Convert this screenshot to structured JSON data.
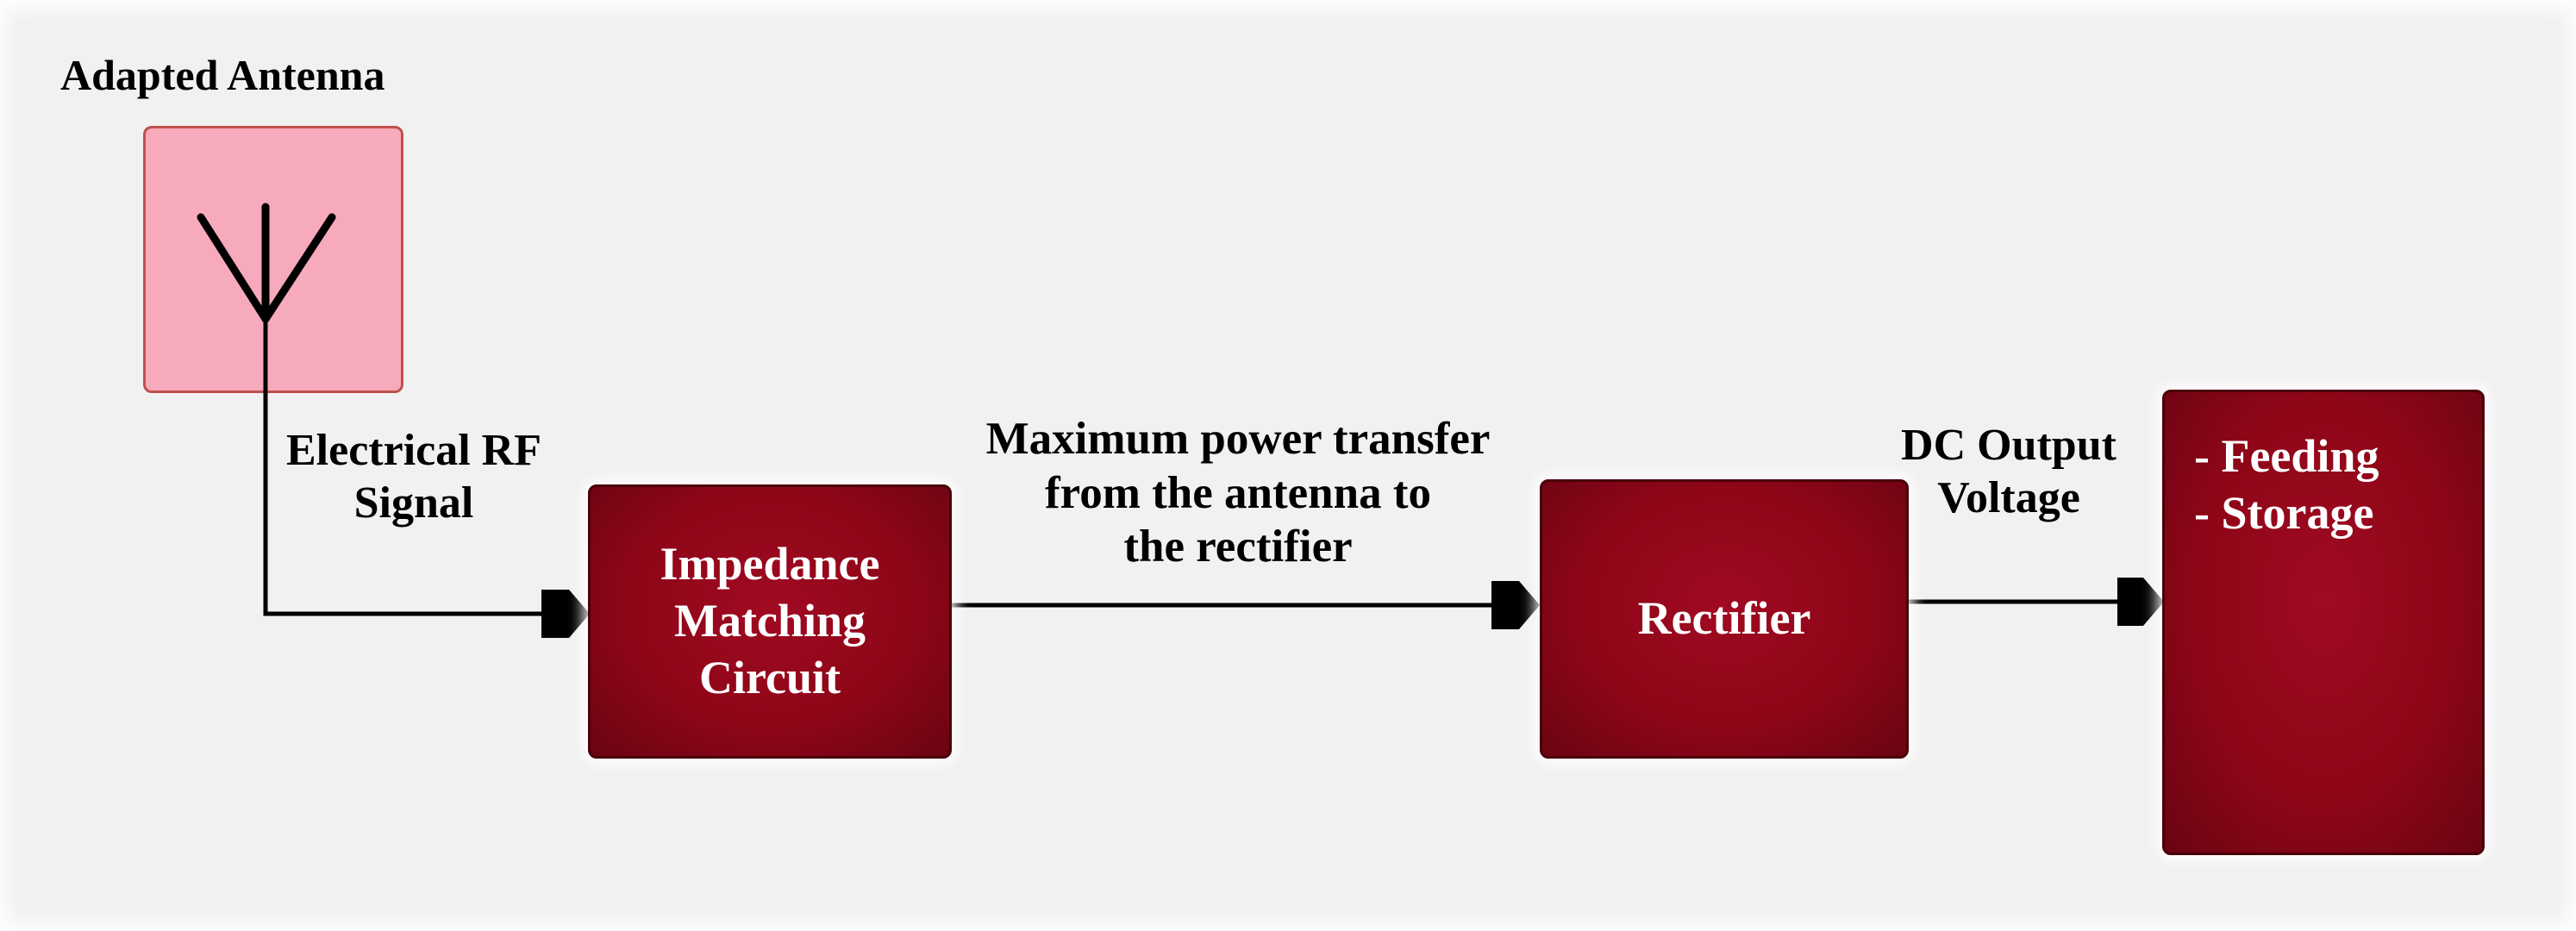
{
  "diagram": {
    "antenna_title": "Adapted Antenna",
    "signal_label": "Electrical RF\nSignal",
    "transfer_label": "Maximum power transfer\nfrom the antenna to\nthe rectifier",
    "dc_label": "DC Output\nVoltage",
    "blocks": {
      "impedance": "Impedance\nMatching\nCircuit",
      "rectifier": "Rectifier",
      "output": "- Feeding\n- Storage"
    },
    "colors": {
      "antenna_fill": "#f7aabb",
      "block_fill": "#8e0618",
      "background": "#f1f1f1"
    }
  }
}
